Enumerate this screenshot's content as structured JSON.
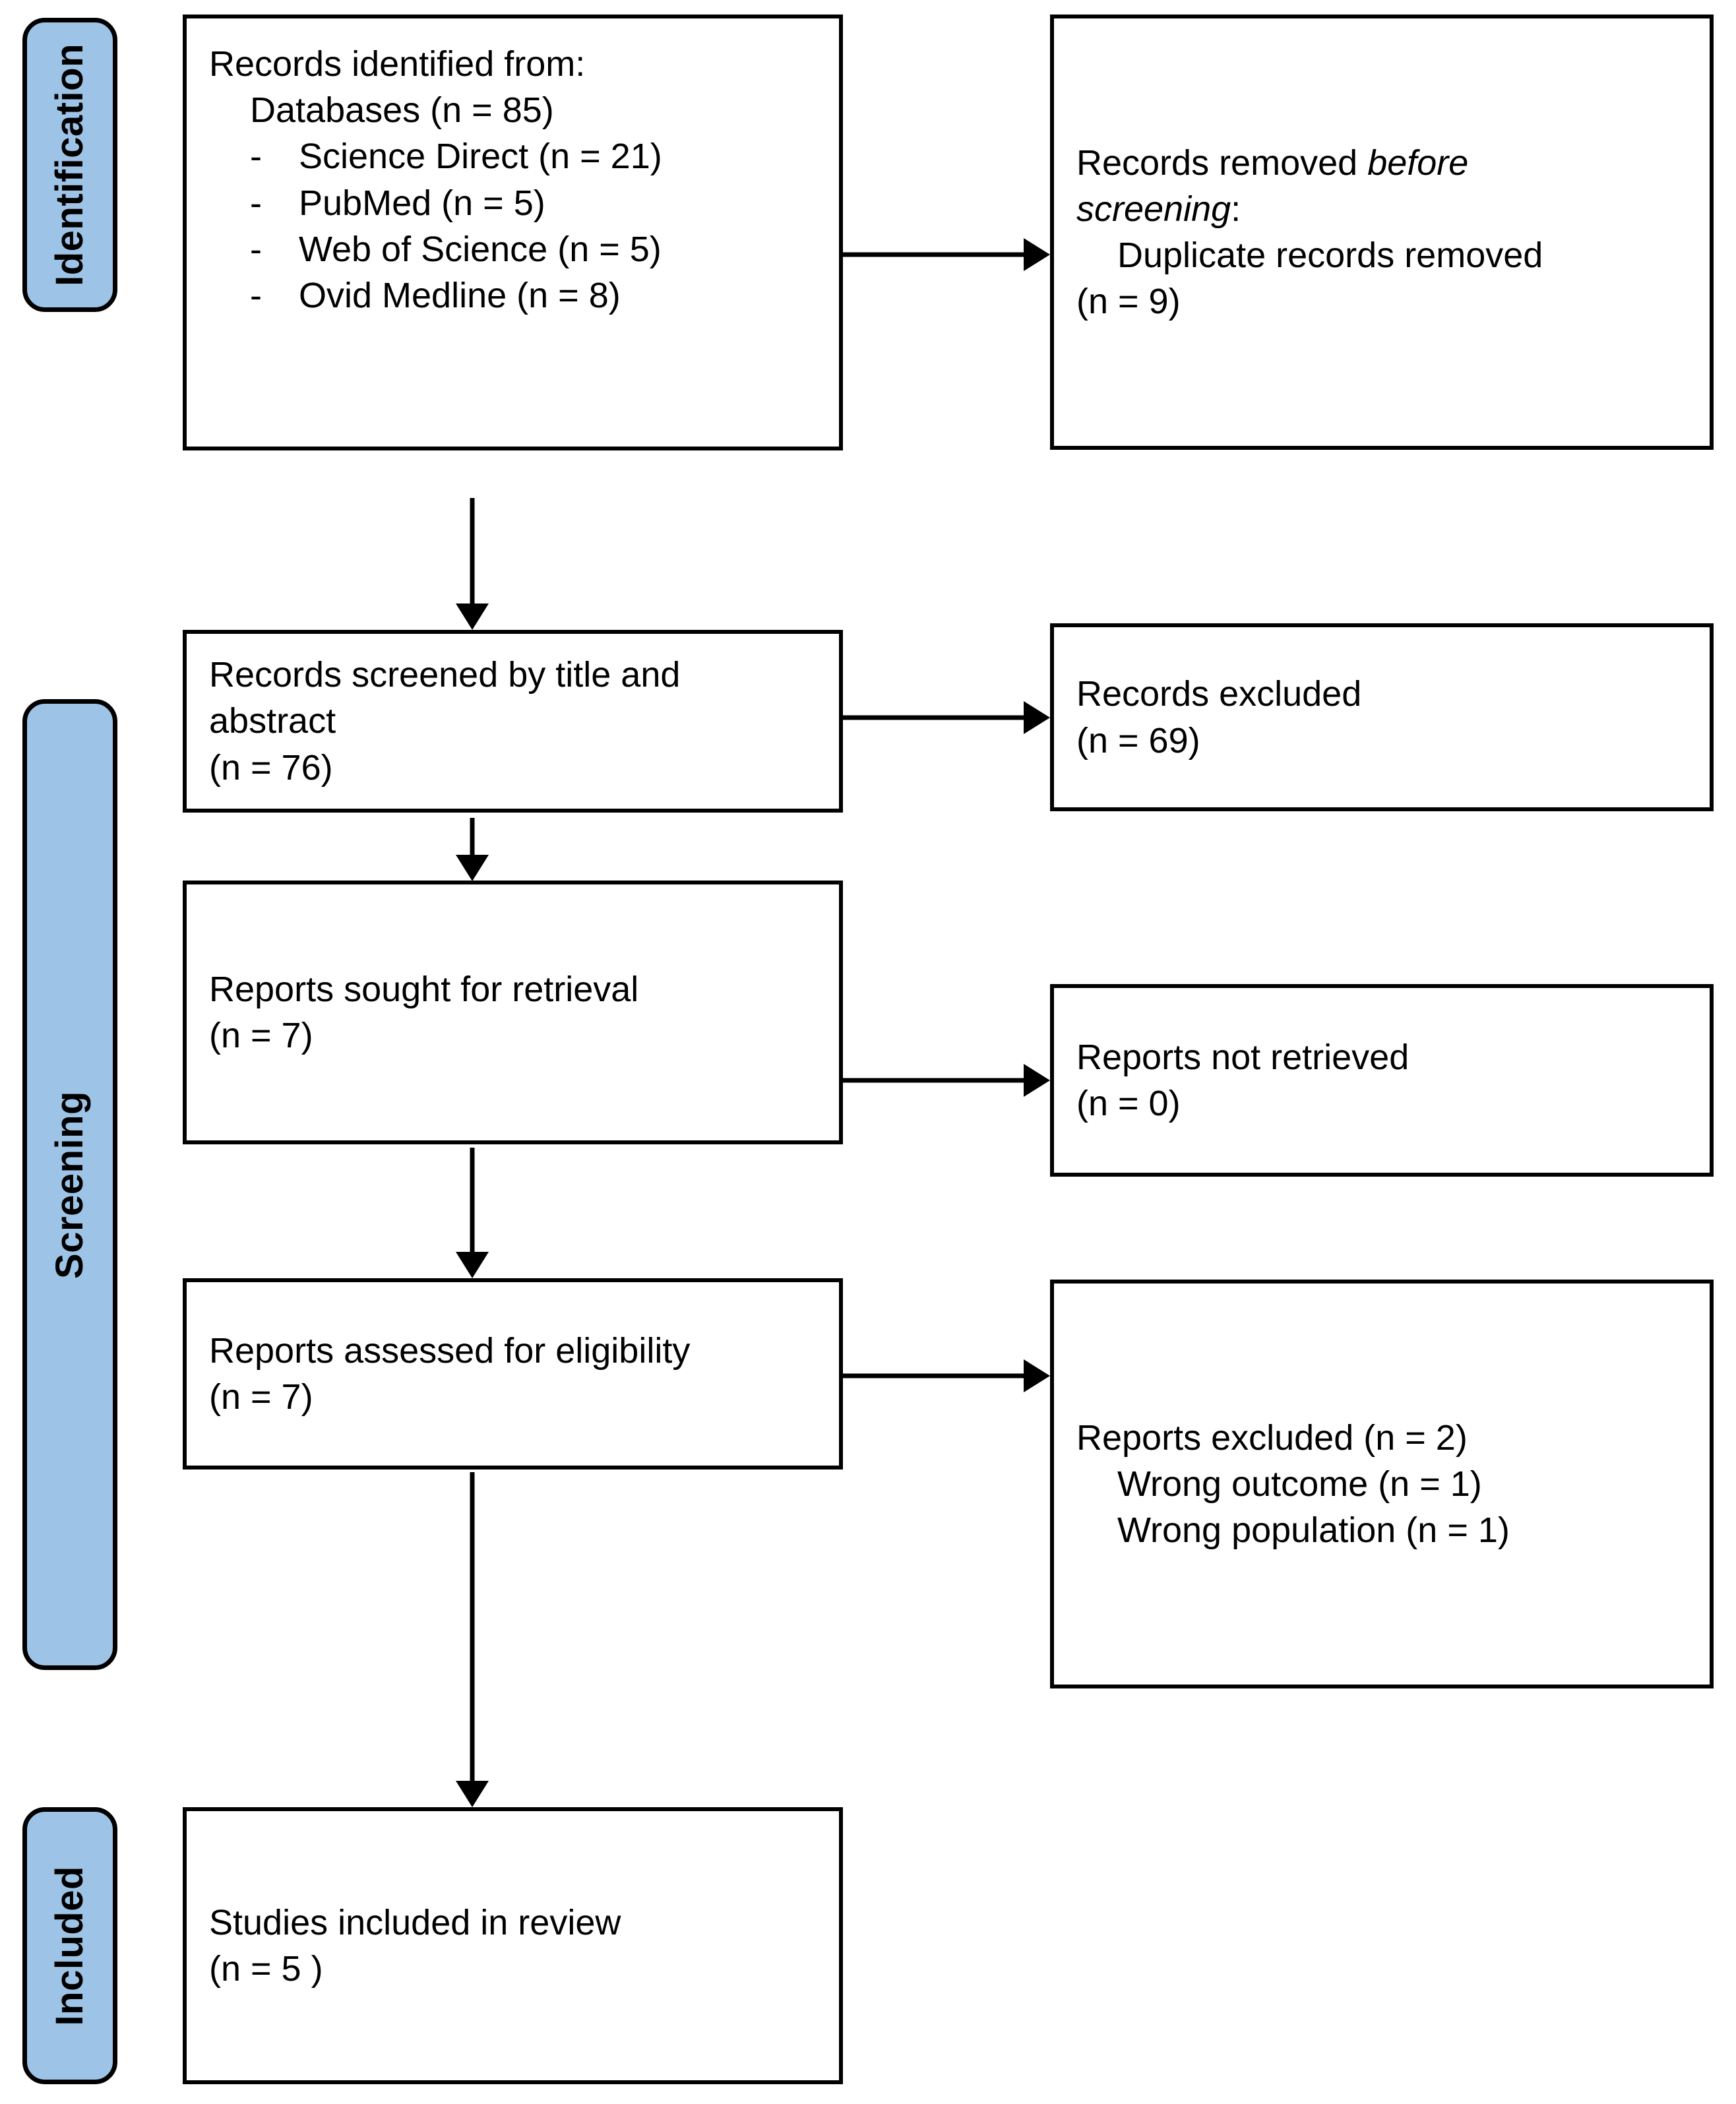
{
  "diagram": {
    "type": "prisma-flow-diagram",
    "accent_color": "#9DC3E6",
    "line_color": "#000000",
    "background_color": "#FFFFFF"
  },
  "stages": {
    "identification": "Identification",
    "screening": "Screening",
    "included": "Included"
  },
  "boxes": {
    "records_identified": {
      "title": "Records identified from:",
      "databases": "Databases (n = 85)",
      "sources": [
        {
          "dash": "-",
          "label": "Science Direct (n = 21)"
        },
        {
          "dash": "-",
          "label": "PubMed (n = 5)"
        },
        {
          "dash": "-",
          "label": "Web of Science (n = 5)"
        },
        {
          "dash": "-",
          "label": "Ovid Medline (n = 8)"
        }
      ]
    },
    "records_removed": {
      "line1_prefix": "Records removed ",
      "line1_italic": "before",
      "line2_italic": "screening",
      "line2_suffix": ":",
      "line3": "Duplicate records removed",
      "line4": "(n = 9)"
    },
    "records_screened": {
      "line1": "Records screened by title and",
      "line2": "abstract",
      "line3": "(n = 76)"
    },
    "records_excluded": {
      "line1": "Records excluded",
      "line2": "(n = 69)"
    },
    "reports_sought": {
      "line1": "Reports sought for retrieval",
      "line2": "(n = 7)"
    },
    "reports_not_retrieved": {
      "line1": "Reports not retrieved",
      "line2": "(n = 0)"
    },
    "reports_assessed": {
      "line1": "Reports assessed for eligibility",
      "line2": "(n = 7)"
    },
    "reports_excluded": {
      "line1": "Reports excluded (n = 2)",
      "line2": "Wrong outcome (n = 1)",
      "line3": "Wrong population (n = 1)"
    },
    "studies_included": {
      "line1": "Studies included in review",
      "line2": "(n = 5 )"
    }
  }
}
